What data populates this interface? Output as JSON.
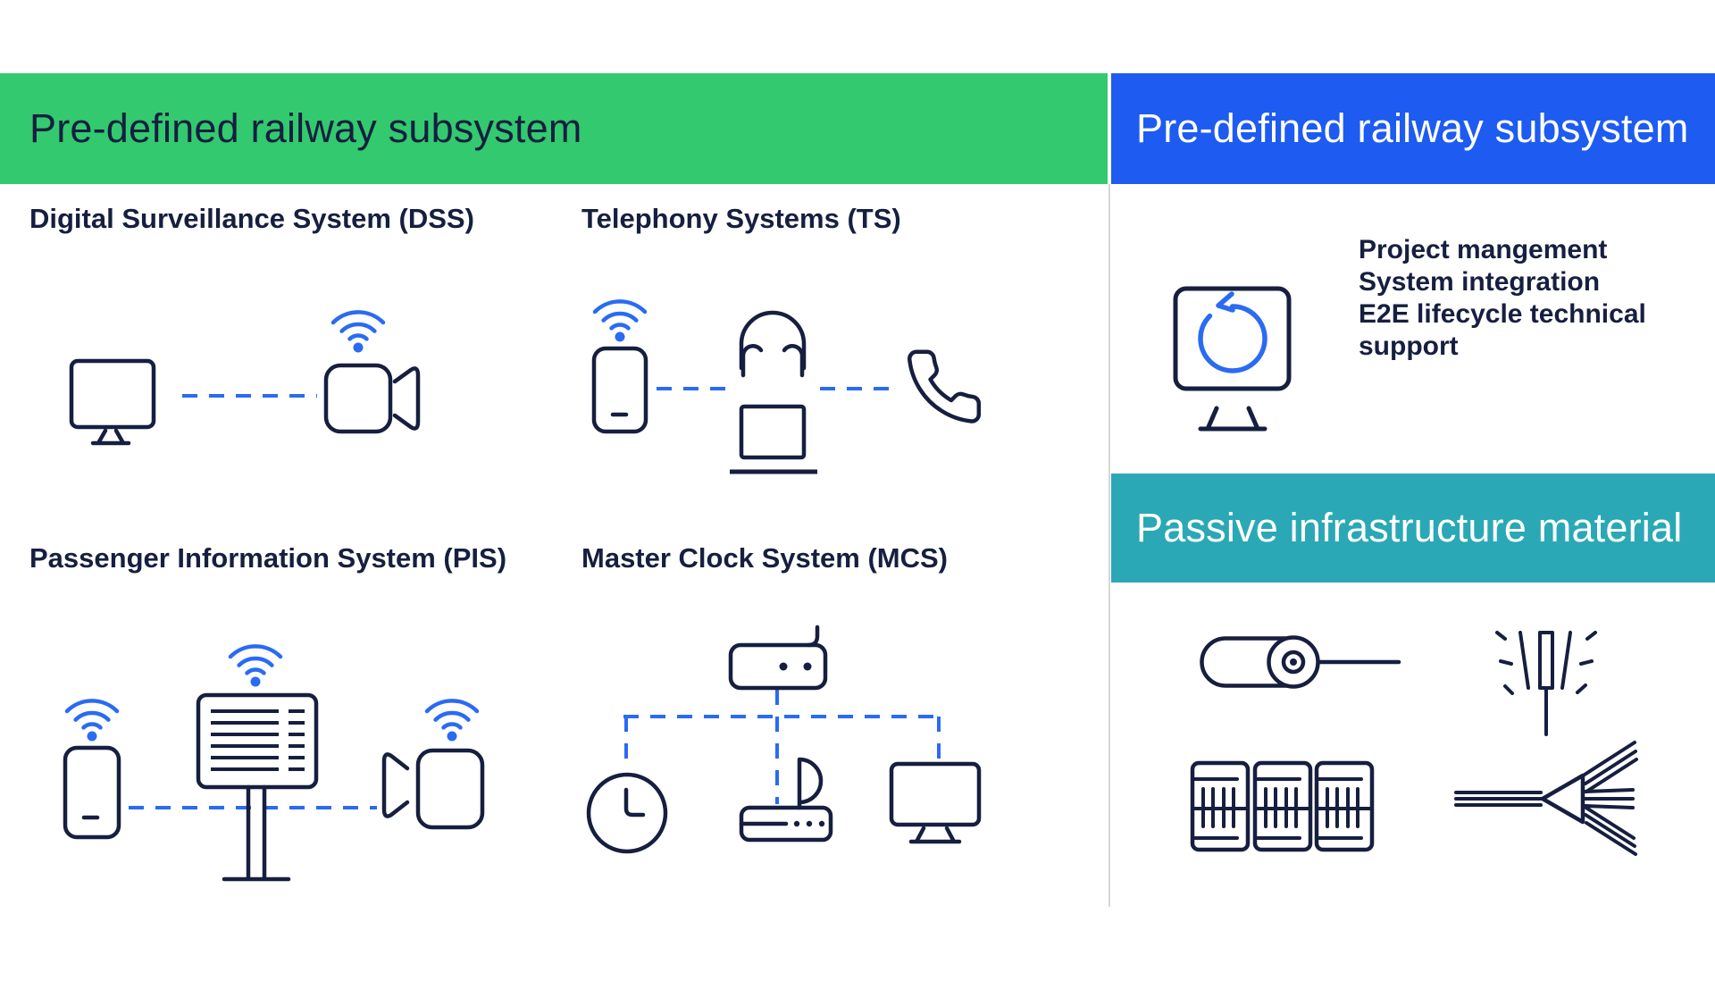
{
  "colors": {
    "background": "#ffffff",
    "green": "#33C96E",
    "blue": "#1E5BF0",
    "teal": "#2BA8B5",
    "navy": "#161F3F",
    "link_blue": "#2A6BF2",
    "divider": "#D6D6D6"
  },
  "left_section": {
    "header": "Pre-defined railway subsystem",
    "systems": [
      {
        "label": "Digital Surveillance System (DSS)",
        "icons": [
          "monitor-icon",
          "dashed-link",
          "wifi-signal-icon",
          "cctv-camera-icon"
        ]
      },
      {
        "label": "Telephony Systems (TS)",
        "icons": [
          "wifi-signal-icon",
          "smartphone-icon",
          "dashed-link",
          "headset-icon",
          "laptop-icon",
          "phone-handset-icon"
        ]
      },
      {
        "label": "Passenger Information System (PIS)",
        "icons": [
          "wifi-signal-icon",
          "smartphone-icon",
          "passenger-display-icon",
          "dashed-link",
          "cctv-camera-icon"
        ]
      },
      {
        "label": "Master Clock System (MCS)",
        "icons": [
          "ntp-master-unit-icon",
          "dashed-link",
          "analog-clock-icon",
          "antenna-receiver-icon",
          "monitor-icon"
        ]
      }
    ]
  },
  "right_section": {
    "subsystem_header": "Pre-defined railway subsystem",
    "services": {
      "icon": "monitor-refresh-icon",
      "lines": [
        "Project mangement",
        "System integration",
        "E2E lifecycle technical support"
      ]
    },
    "passive": {
      "header": "Passive infrastructure material",
      "icons": [
        "fiber-cable-icon",
        "fusion-splice-icon",
        "equipment-racks-icon",
        "fiber-splitter-icon"
      ]
    }
  }
}
